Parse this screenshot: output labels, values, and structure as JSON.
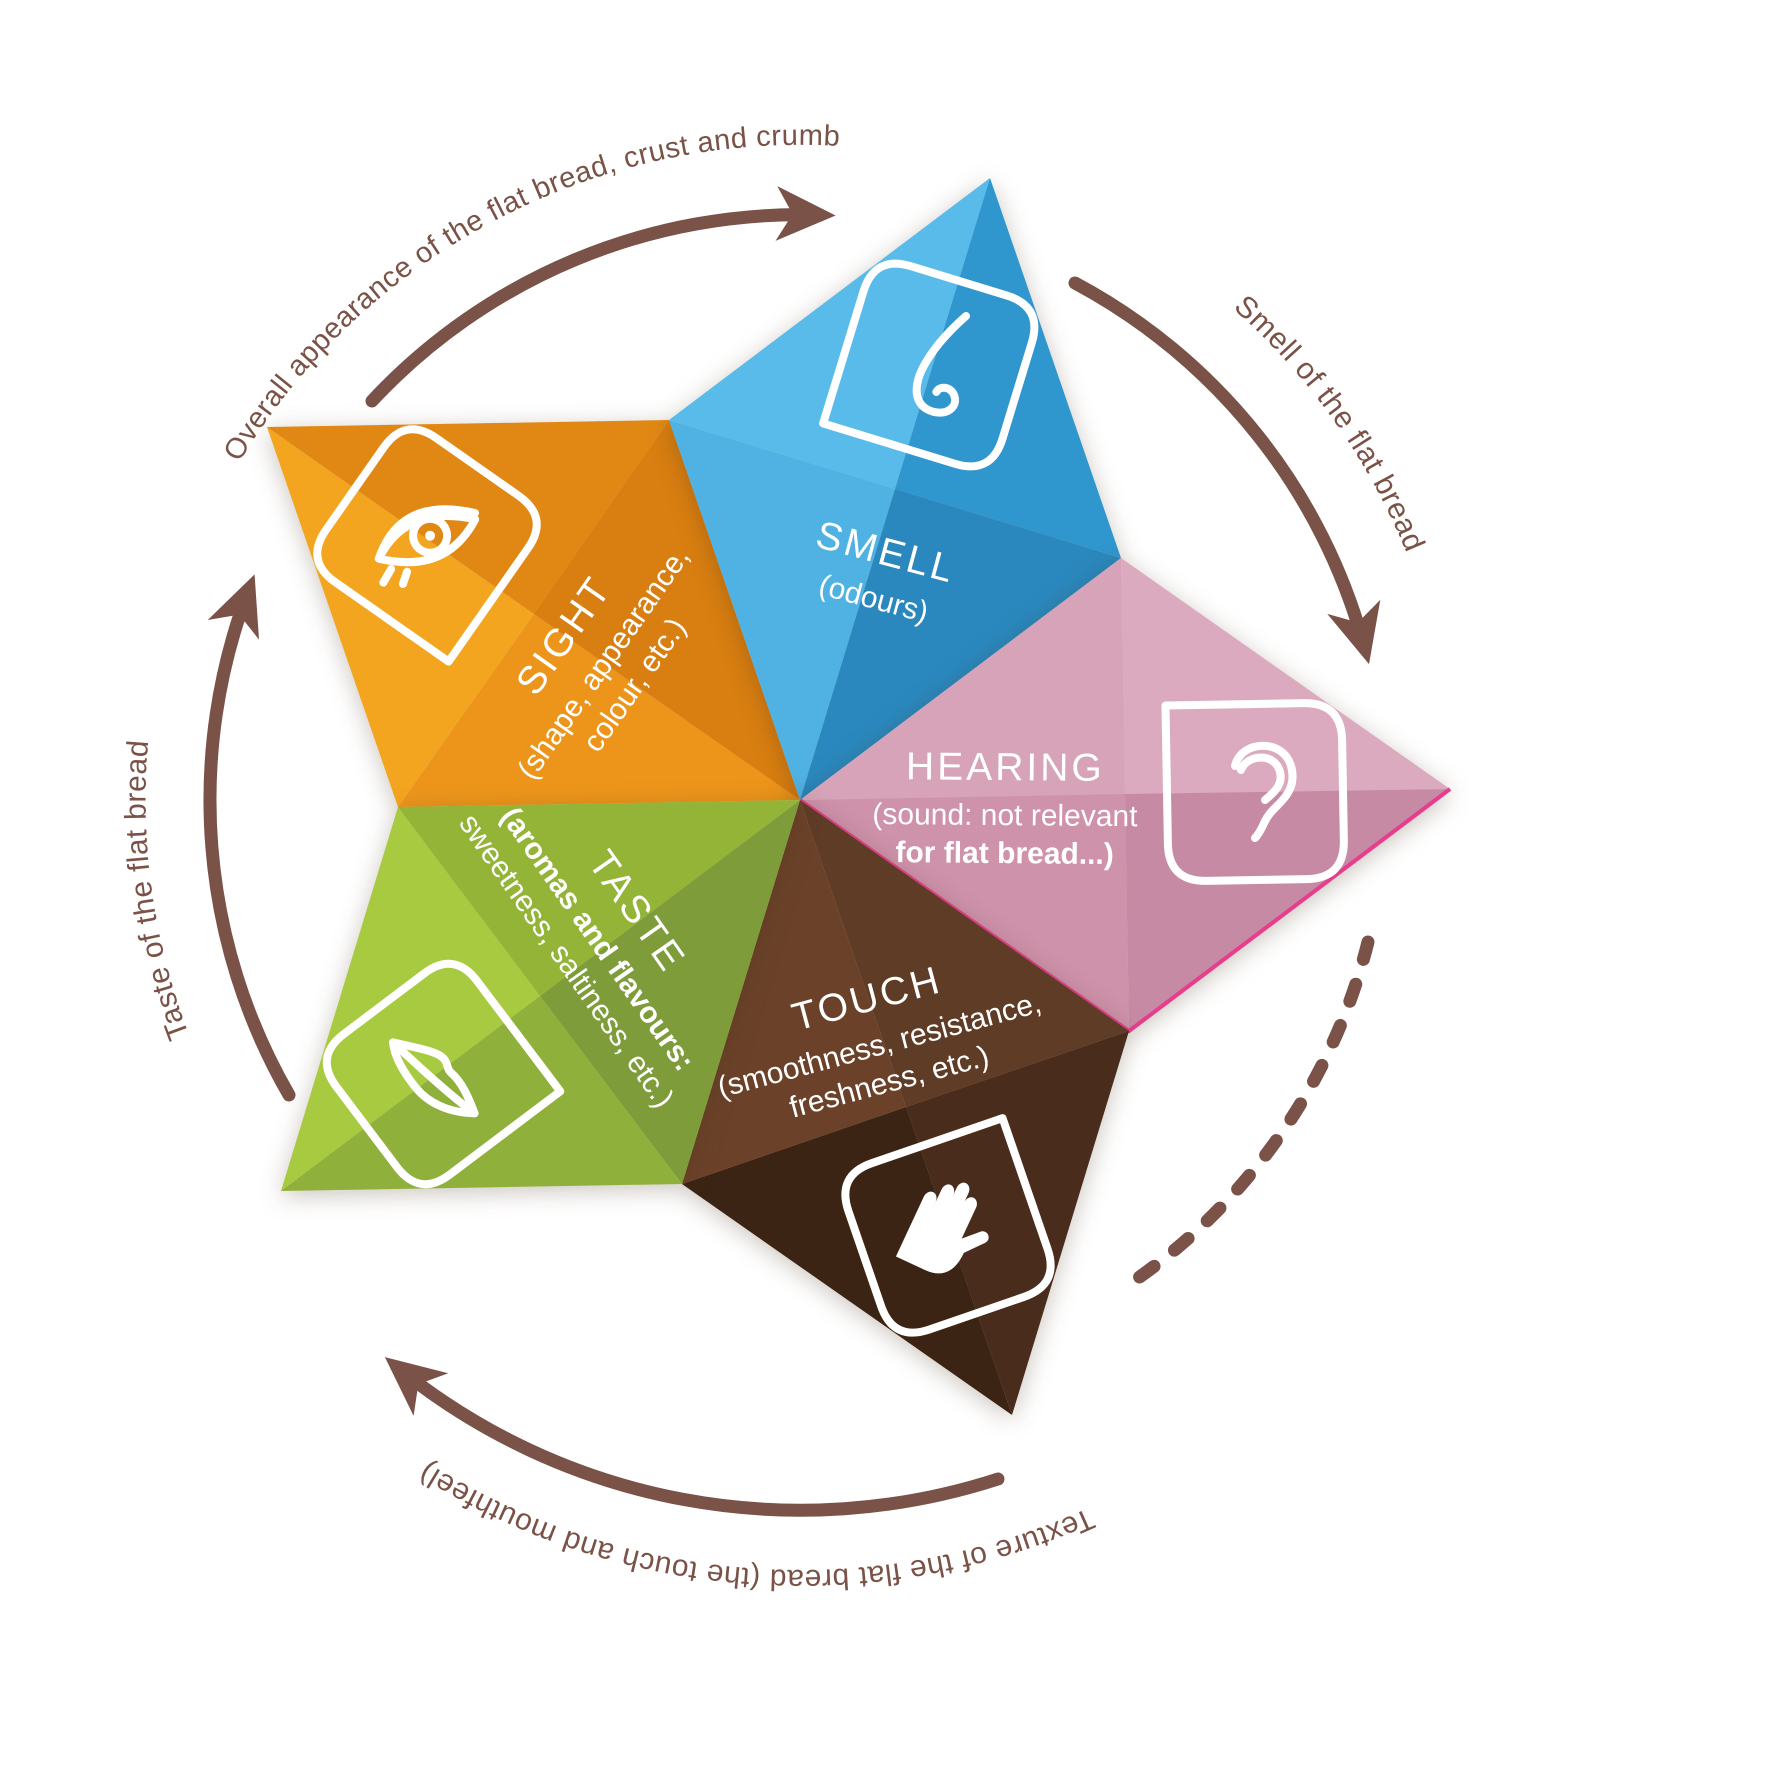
{
  "senses": [
    {
      "id": "sight",
      "title": "SIGHT",
      "lines": [
        "(shape, appearance,",
        "colour, etc.)"
      ],
      "icon": "eye-icon",
      "color": "#ef9a1e"
    },
    {
      "id": "smell",
      "title": "SMELL",
      "lines": [
        "(odours)"
      ],
      "icon": "nose-icon",
      "color": "#3fa5da"
    },
    {
      "id": "hearing",
      "title": "HEARING",
      "lines": [
        "(sound: not relevant",
        "for flat bread...)"
      ],
      "icon": "ear-icon",
      "color": "#d29eb4"
    },
    {
      "id": "touch",
      "title": "TOUCH",
      "lines": [
        "(smoothness, resistance,",
        "freshness, etc.)"
      ],
      "icon": "hand-icon",
      "color": "#53341f"
    },
    {
      "id": "taste",
      "title": "TASTE",
      "lines": [
        "(aromas and flavours:",
        "sweetness, saltiness, etc.)"
      ],
      "icon": "lips-icon",
      "color": "#96b83b"
    }
  ],
  "arrows": [
    {
      "id": "top",
      "label": "Overall appearance of the flat bread, crust and crumb",
      "style": "solid"
    },
    {
      "id": "right",
      "label": "Smell of the flat bread",
      "style": "solid"
    },
    {
      "id": "dashed",
      "label": "",
      "style": "dashed"
    },
    {
      "id": "bottom",
      "label": "Texture of the flat bread (the touch and mouthfeel)",
      "style": "solid"
    },
    {
      "id": "left",
      "label": "Taste of the flat bread",
      "style": "solid"
    }
  ],
  "colors": {
    "arrow": "#7a5247",
    "background": "#ffffff",
    "label_text": "#ffffff",
    "hearing_edge_accent": "#e63e8c"
  }
}
